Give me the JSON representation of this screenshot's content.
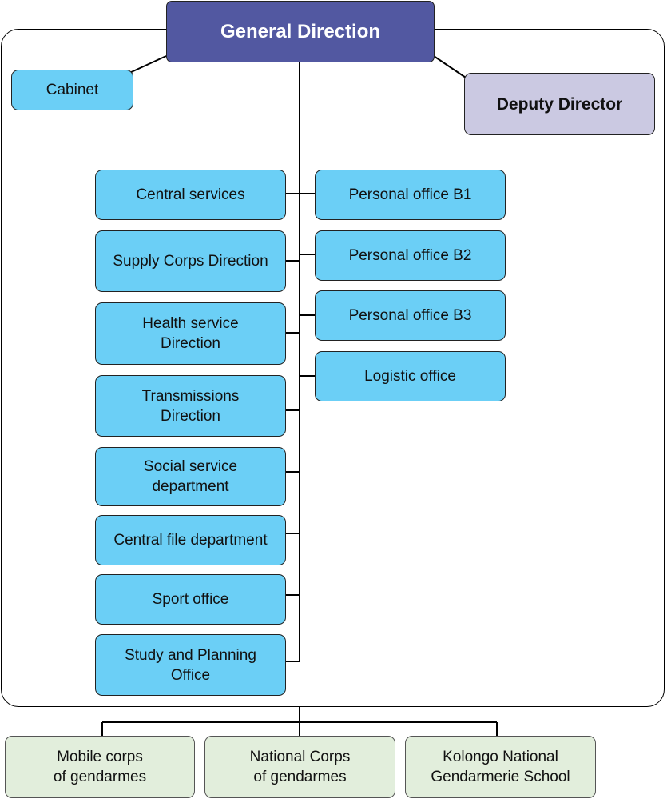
{
  "general_direction": "General Direction",
  "cabinet": "Cabinet",
  "deputy_director": "Deputy Director",
  "left_units": [
    "Central services",
    "Supply Corps Direction",
    "Health service\nDirection",
    "Transmissions\nDirection",
    "Social service\ndepartment",
    "Central file department",
    "Sport office",
    "Study and Planning\nOffice"
  ],
  "right_units": [
    "Personal office B1",
    "Personal office B2",
    "Personal office B3",
    "Logistic office"
  ],
  "bottom_units": [
    "Mobile corps\nof gendarmes",
    "National Corps\nof gendarmes",
    "Kolongo National\nGendarmerie School"
  ]
}
